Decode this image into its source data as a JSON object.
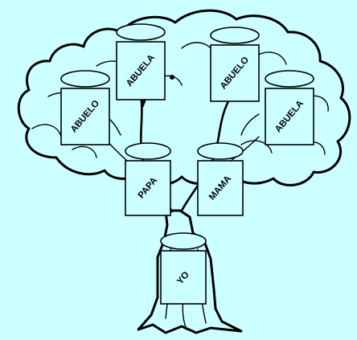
{
  "background_color": "#ccffff",
  "outline_color": "#000000",
  "family_tree": {
    "grandmother_paternal": "ABUELA",
    "grandfather_paternal": "ABUELO",
    "grandfather_maternal": "ABUELO",
    "grandmother_maternal": "ABUELA",
    "father": "PAPA",
    "mother": "MAMA",
    "self": "YO"
  }
}
